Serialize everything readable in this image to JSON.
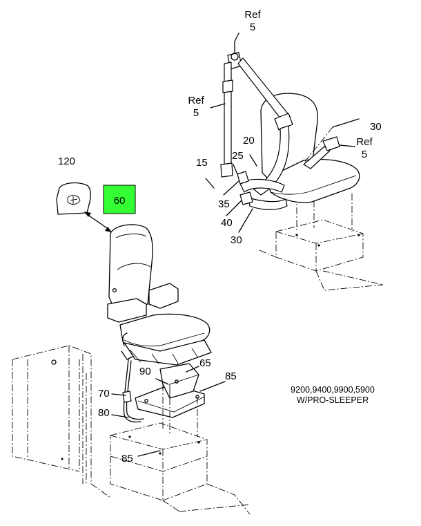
{
  "callouts": {
    "c120": "120",
    "c60": "60",
    "c15": "15",
    "c25": "25",
    "c20": "20",
    "c35": "35",
    "c40": "40",
    "c30a": "30",
    "c30b": "30",
    "c65": "65",
    "c90": "90",
    "c85a": "85",
    "c85b": "85",
    "c70": "70",
    "c80": "80"
  },
  "refs": {
    "ref_top": {
      "word": "Ref",
      "num": "5"
    },
    "ref_left": {
      "word": "Ref",
      "num": "5"
    },
    "ref_right": {
      "word": "Ref",
      "num": "5"
    }
  },
  "note": {
    "line1": "9200,9400,9900,5900",
    "line2": "W/PRO-SLEEPER"
  },
  "colors": {
    "highlight": "#33ff33",
    "line": "#000000",
    "background": "#ffffff"
  }
}
